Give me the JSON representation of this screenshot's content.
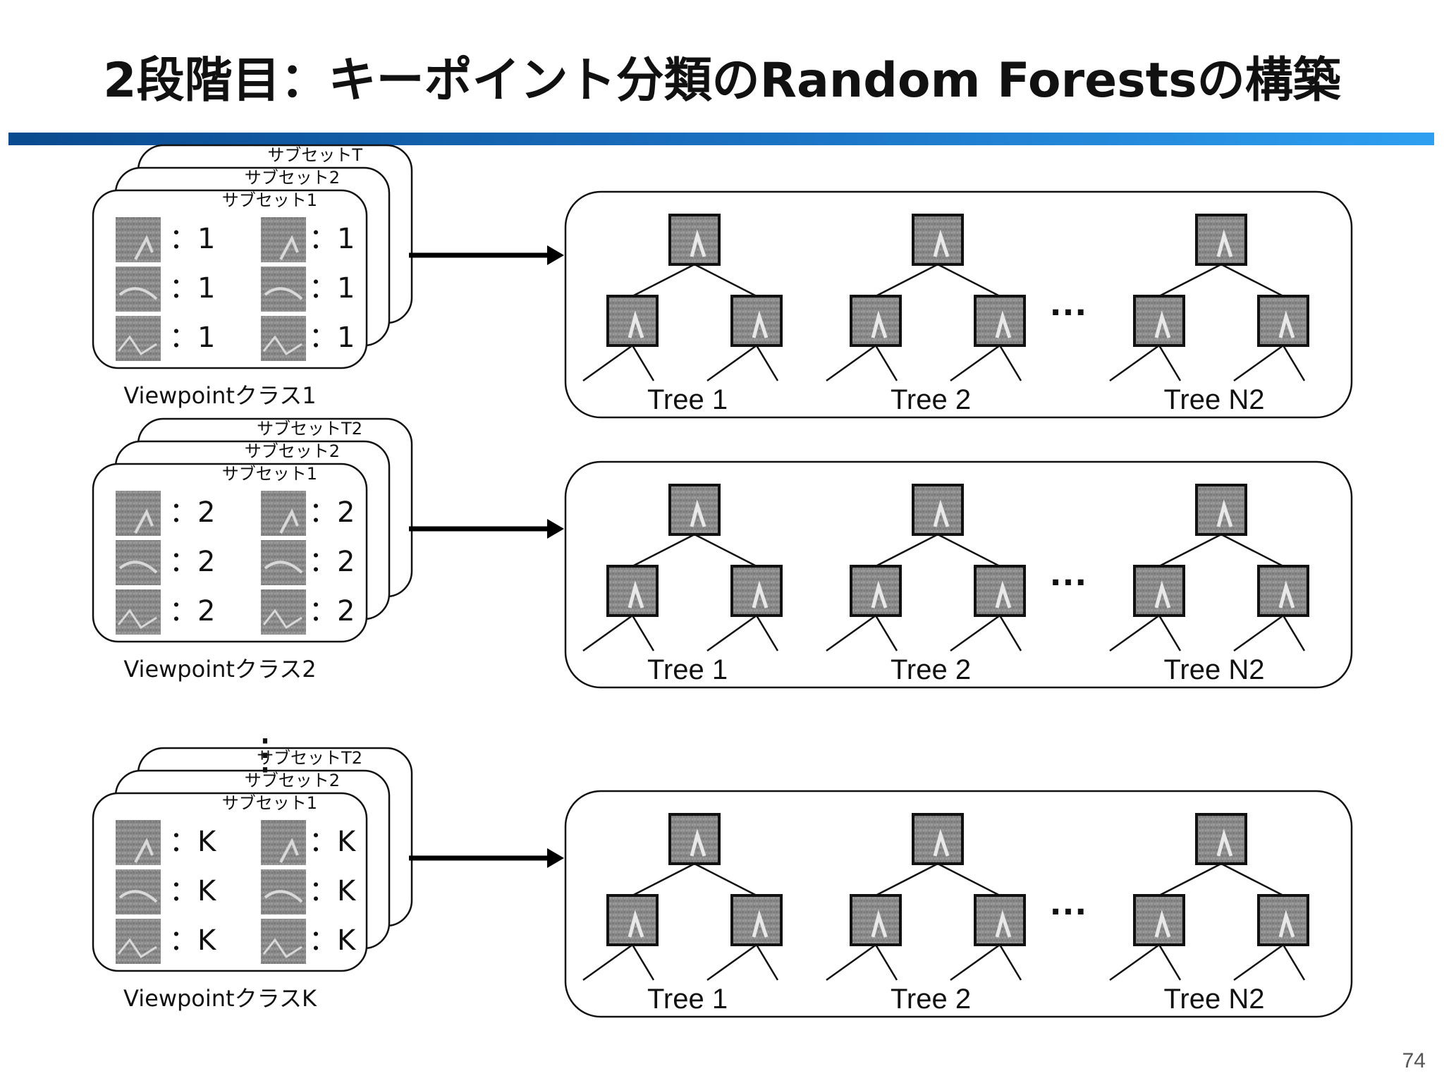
{
  "slide": {
    "title": "2段階目：キーポイント分類のRandom Forestsの構築",
    "page_number": "74"
  },
  "colors": {
    "title_bar_start": "#0a4a8e",
    "title_bar_end": "#2e9ff0",
    "node_fill": "#8c8c8c",
    "node_border": "#111111"
  },
  "rows": [
    {
      "class_label": "Viewpointクラス1",
      "subset_labels": [
        "サブセット1",
        "サブセット2",
        "サブセットT"
      ],
      "patch_label": "：1",
      "trees": [
        "Tree 1",
        "Tree 2",
        "Tree N2"
      ],
      "ellipsis": "…"
    },
    {
      "class_label": "Viewpointクラス2",
      "subset_labels": [
        "サブセット1",
        "サブセット2",
        "サブセットT2"
      ],
      "patch_label": "：2",
      "trees": [
        "Tree 1",
        "Tree 2",
        "Tree N2"
      ],
      "ellipsis": "…"
    },
    {
      "class_label": "ViewpointクラスK",
      "subset_labels": [
        "サブセット1",
        "サブセット2",
        "サブセットT2"
      ],
      "patch_label": "：K",
      "trees": [
        "Tree 1",
        "Tree 2",
        "Tree N2"
      ],
      "ellipsis": "…"
    }
  ],
  "vertical_ellipsis": "⋮"
}
